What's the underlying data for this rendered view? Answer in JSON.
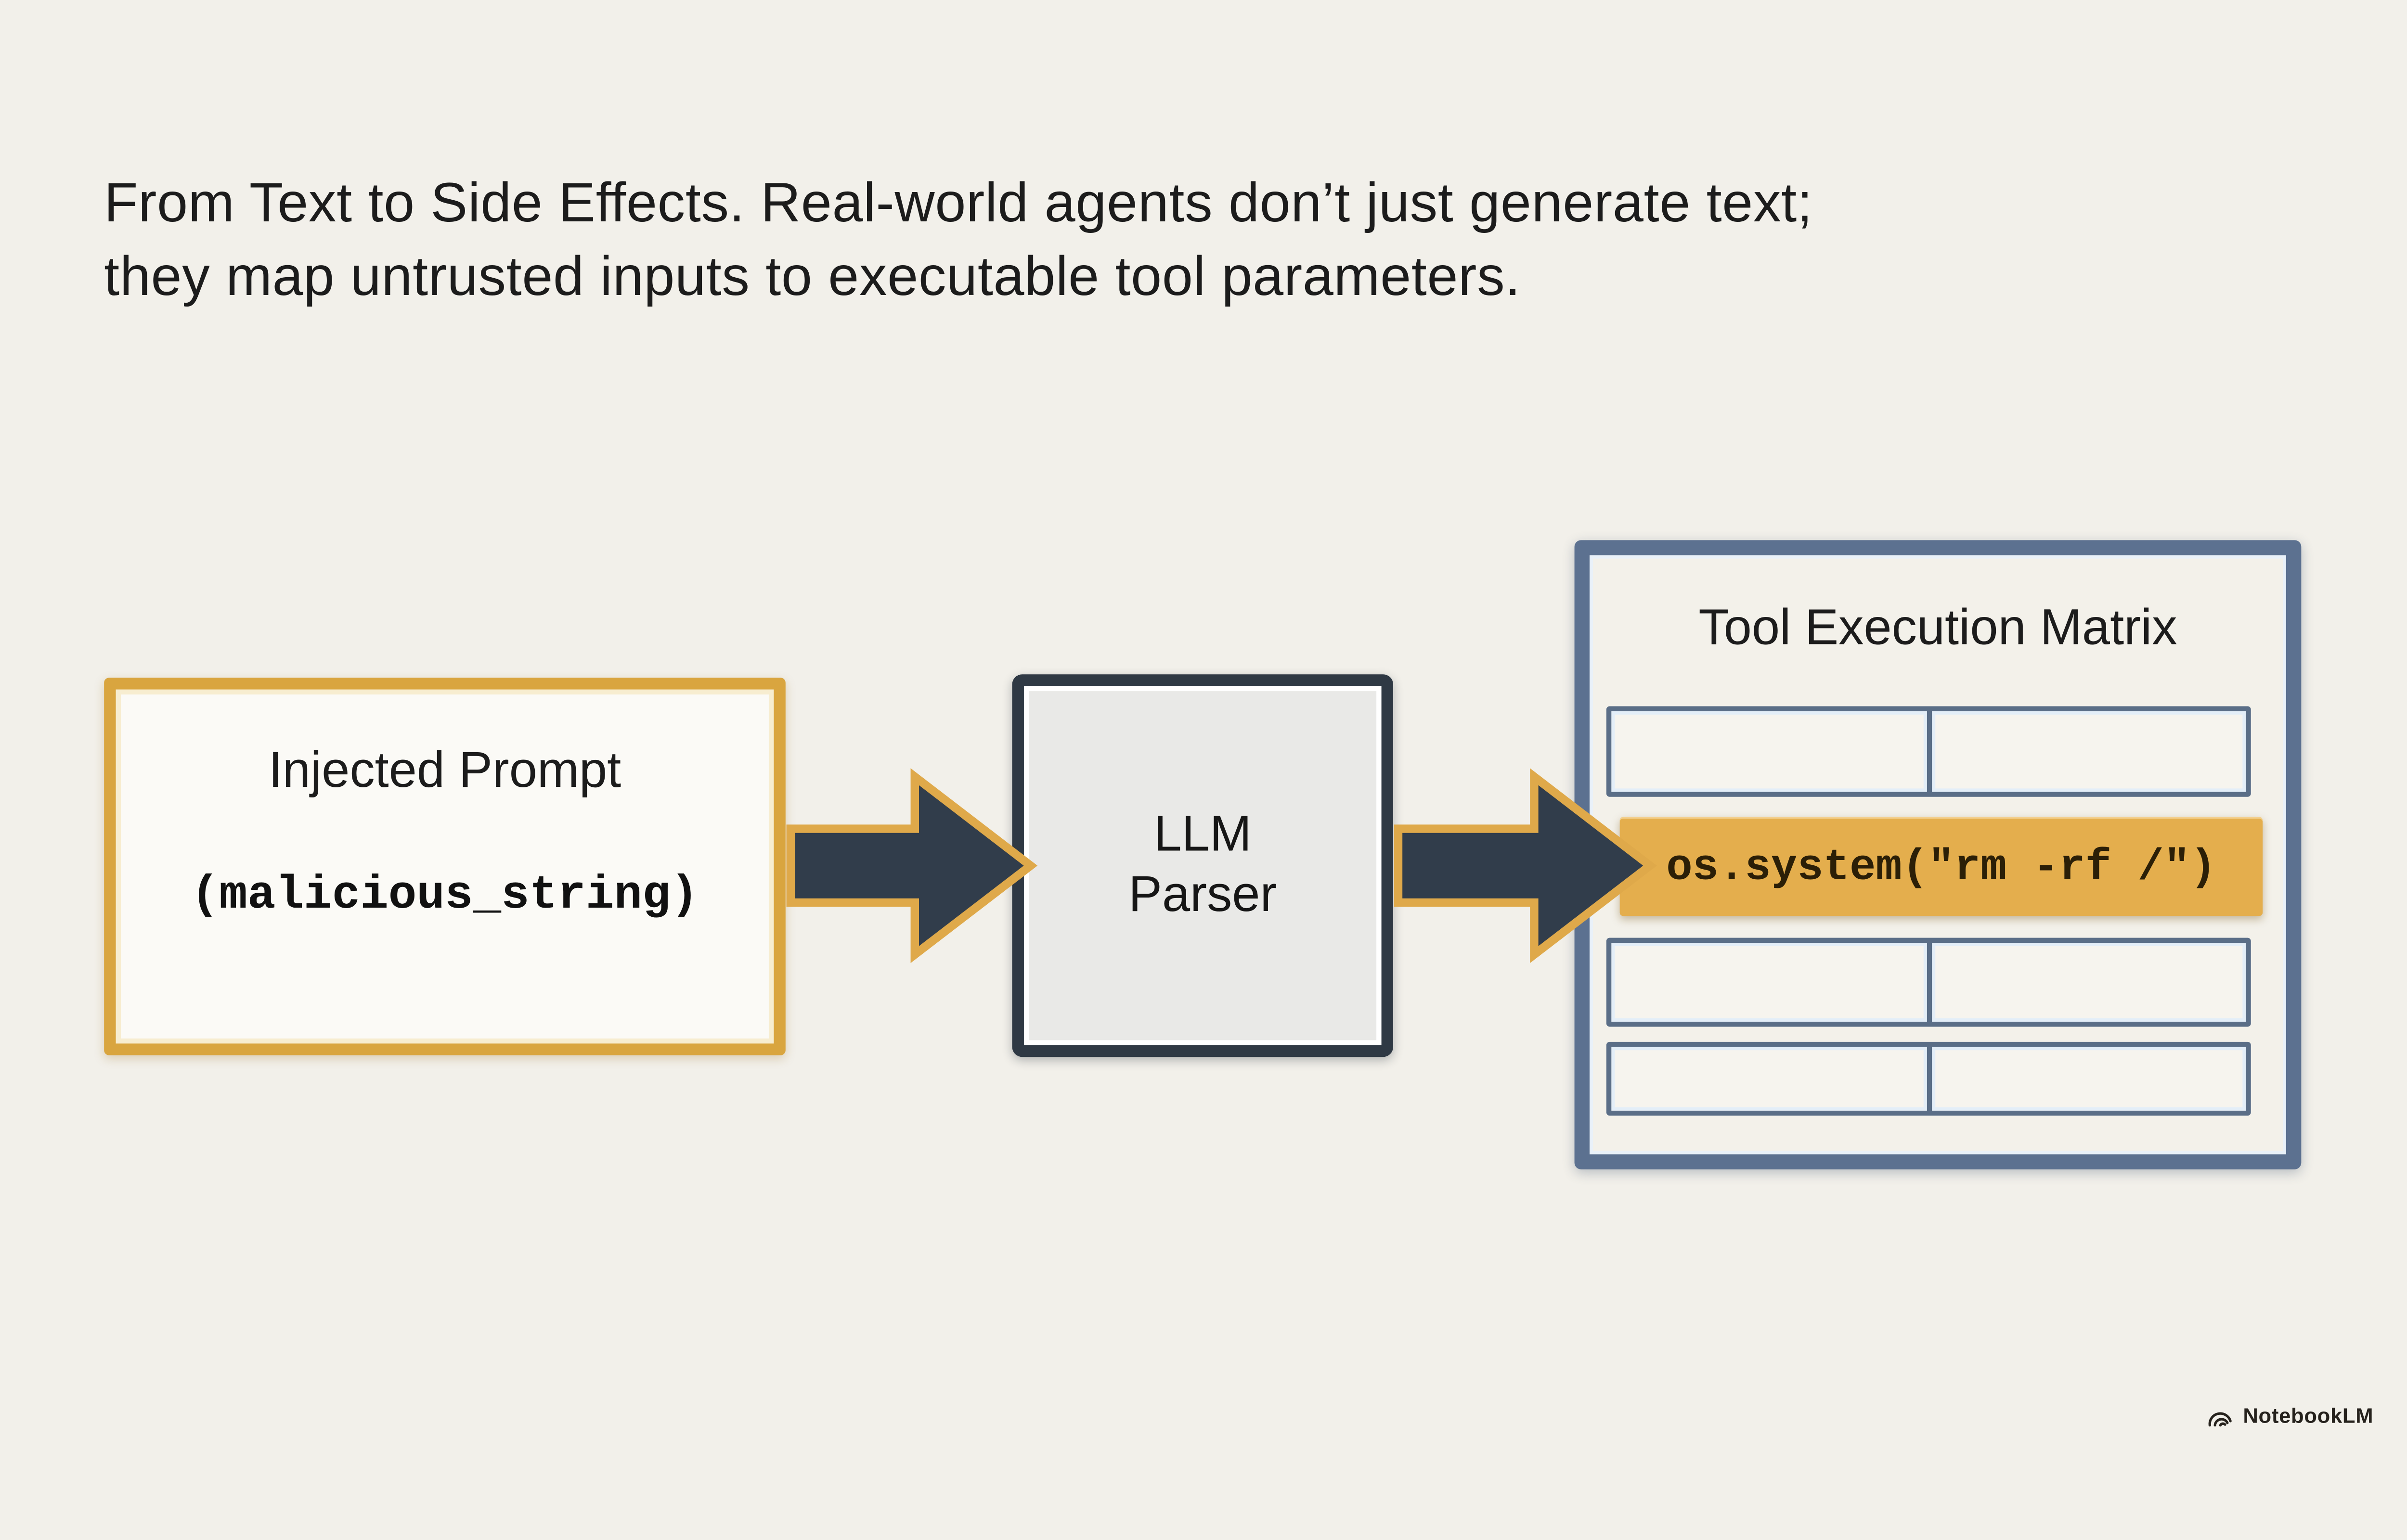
{
  "page": {
    "background": "#F2F0EA"
  },
  "heading": {
    "line1": "From Text to Side Effects. Real-world agents don’t just generate text;",
    "line2": "they map untrusted inputs to executable tool parameters."
  },
  "boxes": {
    "injected": {
      "title": "Injected Prompt",
      "code": "(malicious_string)"
    },
    "llm": {
      "line1": "LLM",
      "line2": "Parser"
    },
    "matrix": {
      "title": "Tool Execution Matrix",
      "highlight_code": "os.system(\"rm -rf /\")",
      "empty_rows": 3,
      "columns": 2
    }
  },
  "watermark": {
    "label": "NotebookLM",
    "logo": "notebooklm-arcs-icon"
  },
  "colors": {
    "bg": "#F2F0EA",
    "ink": "#1C1C1C",
    "gold": "#D9A53F",
    "gold-pale": "#F7EDD0",
    "injected-fill": "#FBFAF6",
    "dark": "#2F3944",
    "llm-fill": "#E9E9E7",
    "slate": "#5C7190",
    "matrix-fill": "#F3F1EA",
    "matrix-inner": "#E9F1F9",
    "cell-border": "#5A6E87",
    "cell-fill": "#F6F4EE",
    "cell-inner": "#E3EEF8",
    "gold-row": "#E4AE4D",
    "code-ink": "#2B1F07",
    "arrow-fill": "#313D4B",
    "arrow-stroke": "#DFA94A",
    "watermark-ink": "#26221D"
  }
}
